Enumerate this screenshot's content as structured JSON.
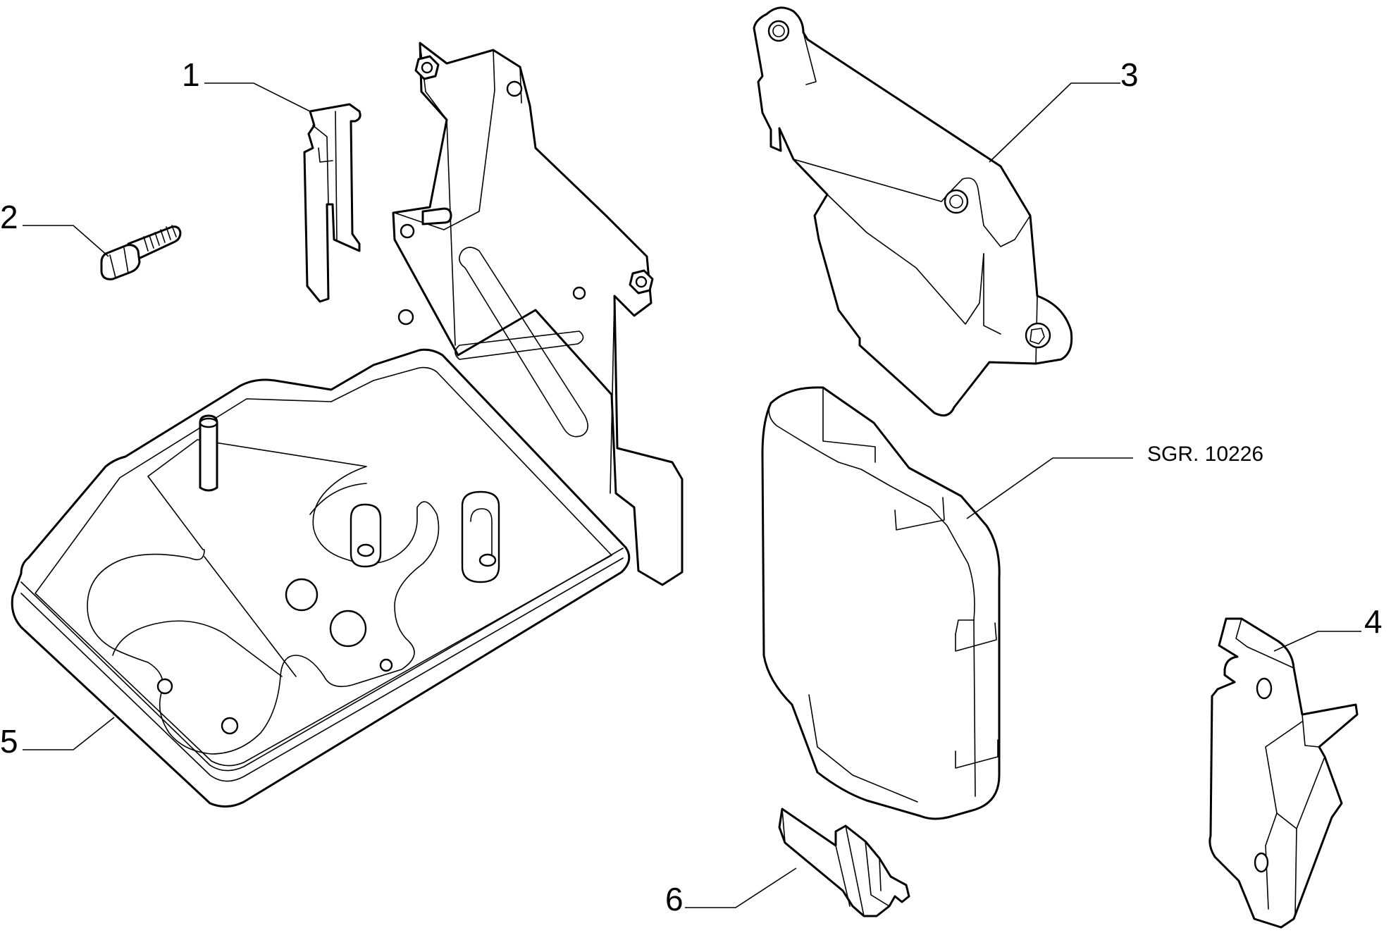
{
  "diagram": {
    "reference_code": "SGR. 10226",
    "callouts": [
      {
        "id": "1",
        "label": "1"
      },
      {
        "id": "2",
        "label": "2"
      },
      {
        "id": "3",
        "label": "3"
      },
      {
        "id": "4",
        "label": "4"
      },
      {
        "id": "5",
        "label": "5"
      },
      {
        "id": "6",
        "label": "6"
      }
    ]
  }
}
